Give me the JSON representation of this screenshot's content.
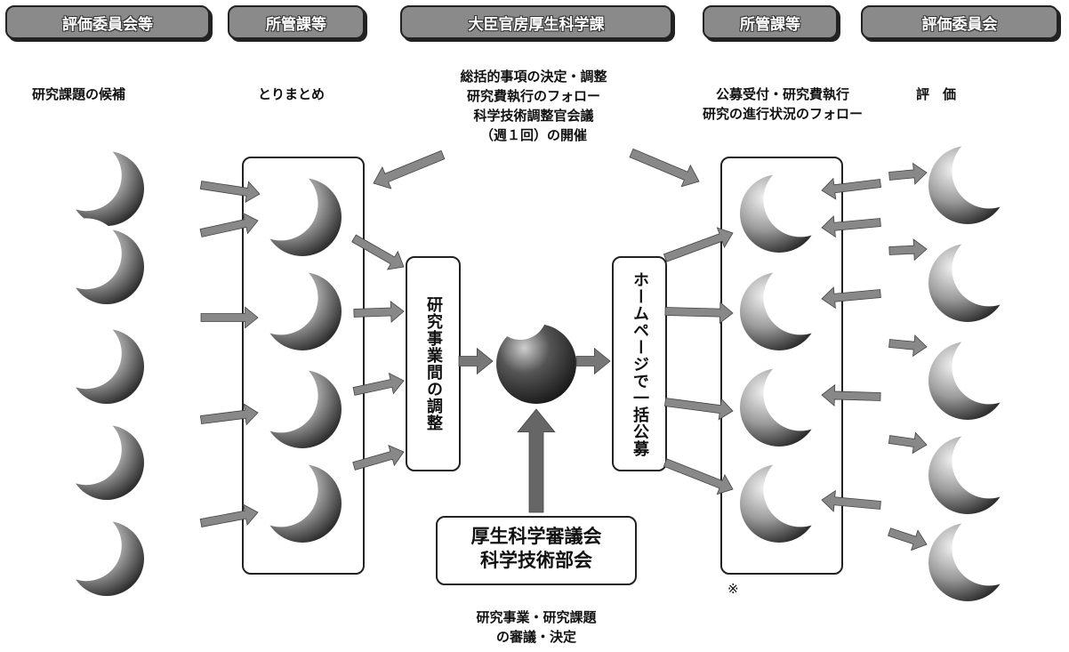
{
  "headers": [
    "評価委員会等",
    "所管課等",
    "大臣官房厚生科学課",
    "所管課等",
    "評価委員会"
  ],
  "labels": {
    "candidates": "研究課題の候補",
    "summarize": "とりまとめ",
    "center_line1": "総括的事項の決定・調整",
    "center_line2": "研究費執行のフォロー",
    "center_line3": "科学技術調整官会議",
    "center_line4": "（週１回）の開催",
    "right_line1": "公募受付・研究費執行",
    "right_line2": "研究の進行状況のフォロー",
    "evaluation": "評　価",
    "coordination": "研究事業間の調整",
    "public_offer": "ホームページで一括公募",
    "council_line1": "厚生科学審議会",
    "council_line2": "科学技術部会",
    "decision_line1": "研究事業・研究課題",
    "decision_line2": "の審議・決定",
    "note_mark": "※"
  },
  "colors": {
    "header_fill": "#8a8a8a",
    "sphere_dark": "#333333",
    "sphere_light": "#e6e6e6",
    "arrow_fill": "#888888",
    "line": "#222222"
  }
}
